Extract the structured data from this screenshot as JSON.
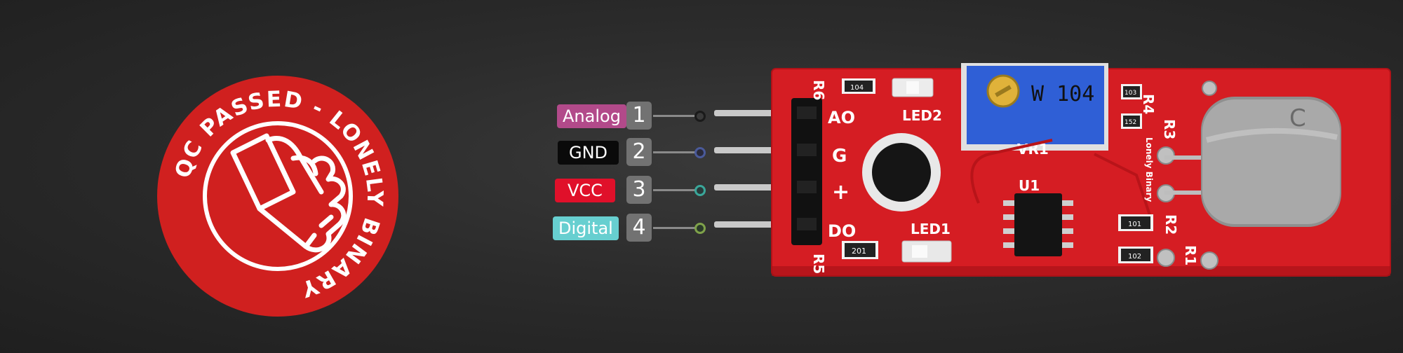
{
  "badge": {
    "ring_text": "QC PASSED - LONELY BINARY",
    "icon": "thumbs-up-icon",
    "color": "#d0201f"
  },
  "pins": [
    {
      "name": "Analog",
      "number": "1",
      "color": "#b24a8a",
      "text_color": "#ffffff",
      "dot_color": "#1a1a1a"
    },
    {
      "name": "GND",
      "number": "2",
      "color": "#0a0a0a",
      "text_color": "#ffffff",
      "dot_color": "#4a5a9a"
    },
    {
      "name": "VCC",
      "number": "3",
      "color": "#e0102a",
      "text_color": "#ffffff",
      "dot_color": "#3aa79a"
    },
    {
      "name": "Digital",
      "number": "4",
      "color": "#67cfd0",
      "text_color": "#ffffff",
      "dot_color": "#7fa24a"
    }
  ],
  "board": {
    "pcb_color": "#d51d23",
    "header_labels": [
      "AO",
      "G",
      "+",
      "DO"
    ],
    "component_labels": {
      "r6": "R6",
      "r5": "R5",
      "led2": "LED2",
      "led1": "LED1",
      "vr1": "VR1",
      "u1": "U1",
      "r4": "R4",
      "r3": "R3",
      "r2": "R2",
      "r1": "R1",
      "brand": "Lonely Binary",
      "pot_marking": "W 104",
      "res_104": "104",
      "res_201": "201",
      "res_101": "101",
      "res_103": "103",
      "res_102": "102",
      "res_152": "152"
    },
    "mic_marking": "C"
  }
}
